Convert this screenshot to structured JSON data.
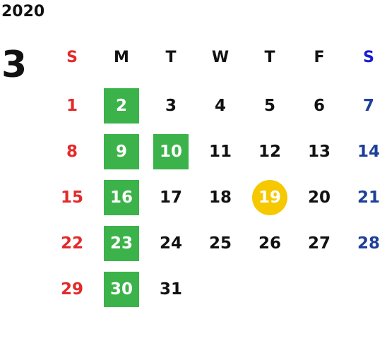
{
  "calendar": {
    "year": "2020",
    "month": "3",
    "weekdays": [
      "S",
      "M",
      "T",
      "W",
      "T",
      "F",
      "S"
    ],
    "weeks": [
      [
        "1",
        "2",
        "3",
        "4",
        "5",
        "6",
        "7"
      ],
      [
        "8",
        "9",
        "10",
        "11",
        "12",
        "13",
        "14"
      ],
      [
        "15",
        "16",
        "17",
        "18",
        "19",
        "20",
        "21"
      ],
      [
        "22",
        "23",
        "24",
        "25",
        "26",
        "27",
        "28"
      ],
      [
        "29",
        "30",
        "31",
        "",
        "",
        "",
        ""
      ]
    ],
    "highlighted_days": [
      "2",
      "9",
      "10",
      "16",
      "23",
      "30"
    ],
    "today": "19"
  },
  "colors": {
    "sunday": "#e32a2a",
    "saturday": "#1e3f9a",
    "saturday_header": "#1a1ad6",
    "highlight": "#3bb34a",
    "today": "#f6c800",
    "text": "#111111"
  }
}
